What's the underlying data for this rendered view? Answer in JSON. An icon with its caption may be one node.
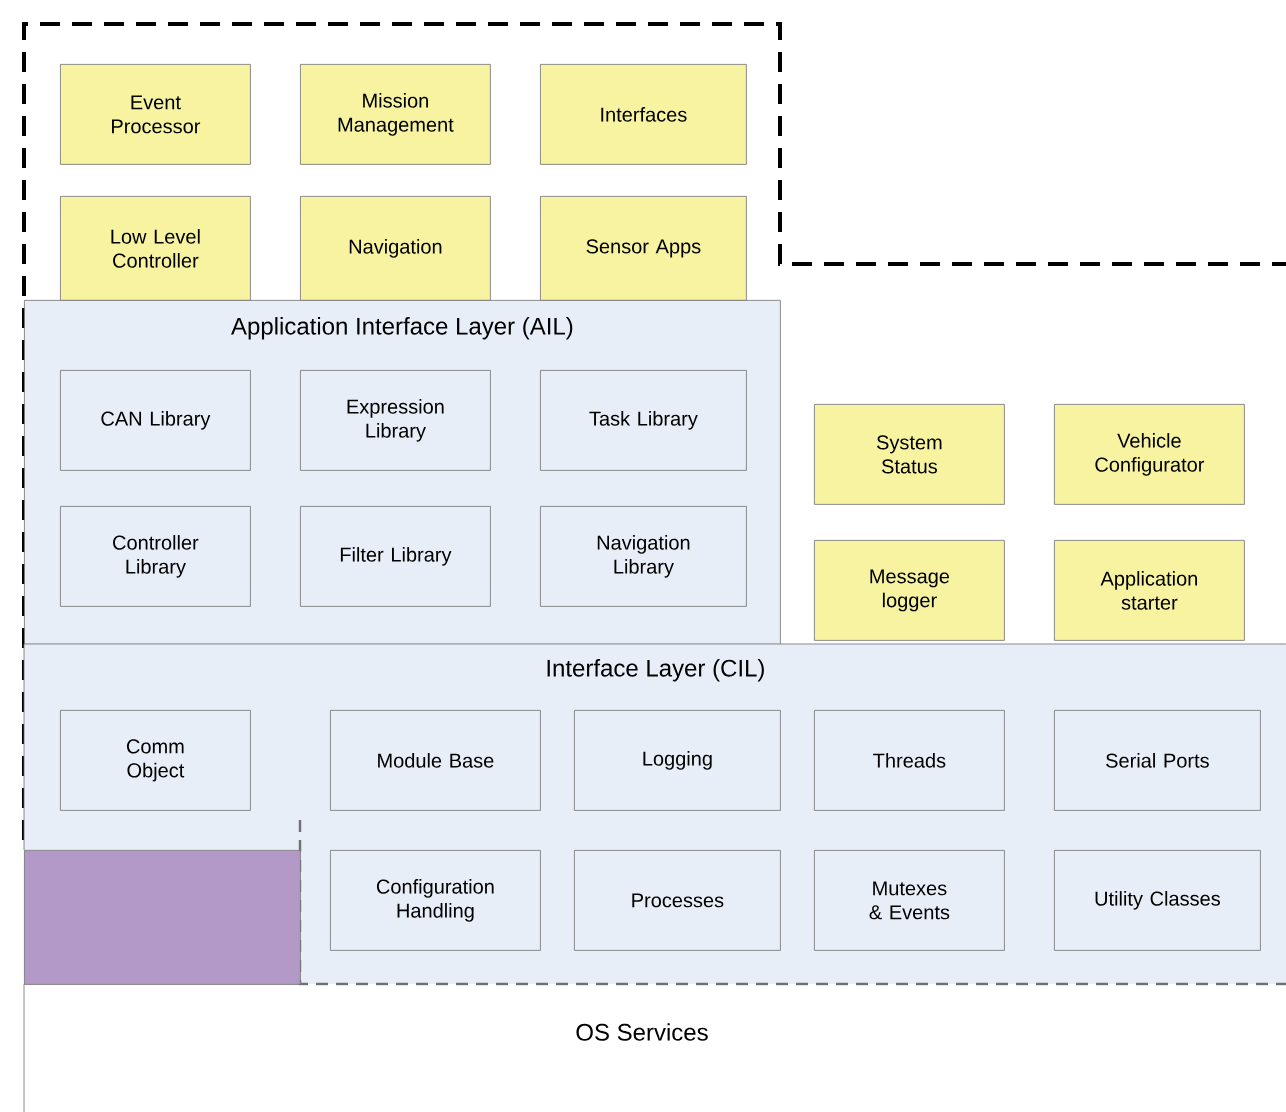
{
  "diagram": {
    "nodes": [
      {
        "text": [
          "Event Processor"
        ]
      },
      {
        "text": [
          "Mission Management"
        ]
      },
      {
        "text": [
          "Interfaces"
        ]
      },
      {
        "text": [
          "Low Level Controller"
        ]
      },
      {
        "text": [
          "Navigation"
        ]
      },
      {
        "text": [
          "Sensor Apps"
        ]
      },
      {
        "text": [
          "Application Interface Layer (AIL)"
        ]
      },
      {
        "text": [
          "CAN Library"
        ],
        "in": 6
      },
      {
        "text": [
          "Expression Library"
        ],
        "in": 6
      },
      {
        "text": [
          "Task Library"
        ],
        "in": 6
      },
      {
        "text": [
          "Controller Library"
        ],
        "in": 6
      },
      {
        "text": [
          "Filter Library"
        ],
        "in": 6
      },
      {
        "text": [
          "Navigation Library"
        ],
        "in": 6
      },
      {
        "text": [
          "System Status"
        ]
      },
      {
        "text": [
          "Vehicle Configurator"
        ]
      },
      {
        "text": [
          "Message logger"
        ]
      },
      {
        "text": [
          "Application starter"
        ]
      },
      {
        "text": [
          "Interface Layer (CIL)"
        ]
      },
      {
        "text": [
          "Comm Object"
        ],
        "in": 17
      },
      {
        "text": [
          "Module Base"
        ],
        "in": 17
      },
      {
        "text": [
          "Logging"
        ],
        "in": 17
      },
      {
        "text": [
          "Threads"
        ],
        "in": 17
      },
      {
        "text": [
          "Serial Ports"
        ],
        "in": 17
      },
      {
        "text": [
          "Configuration Handling"
        ],
        "in": 17
      },
      {
        "text": [
          "Processes"
        ],
        "in": 17
      },
      {
        "text": [
          "Mutexes & Events"
        ],
        "in": 17
      },
      {
        "text": [
          "Utility Classes"
        ],
        "in": 17
      },
      {
        "text": [],
        "shape": "box"
      }
    ],
    "labels": [
      "OS Services"
    ]
  }
}
